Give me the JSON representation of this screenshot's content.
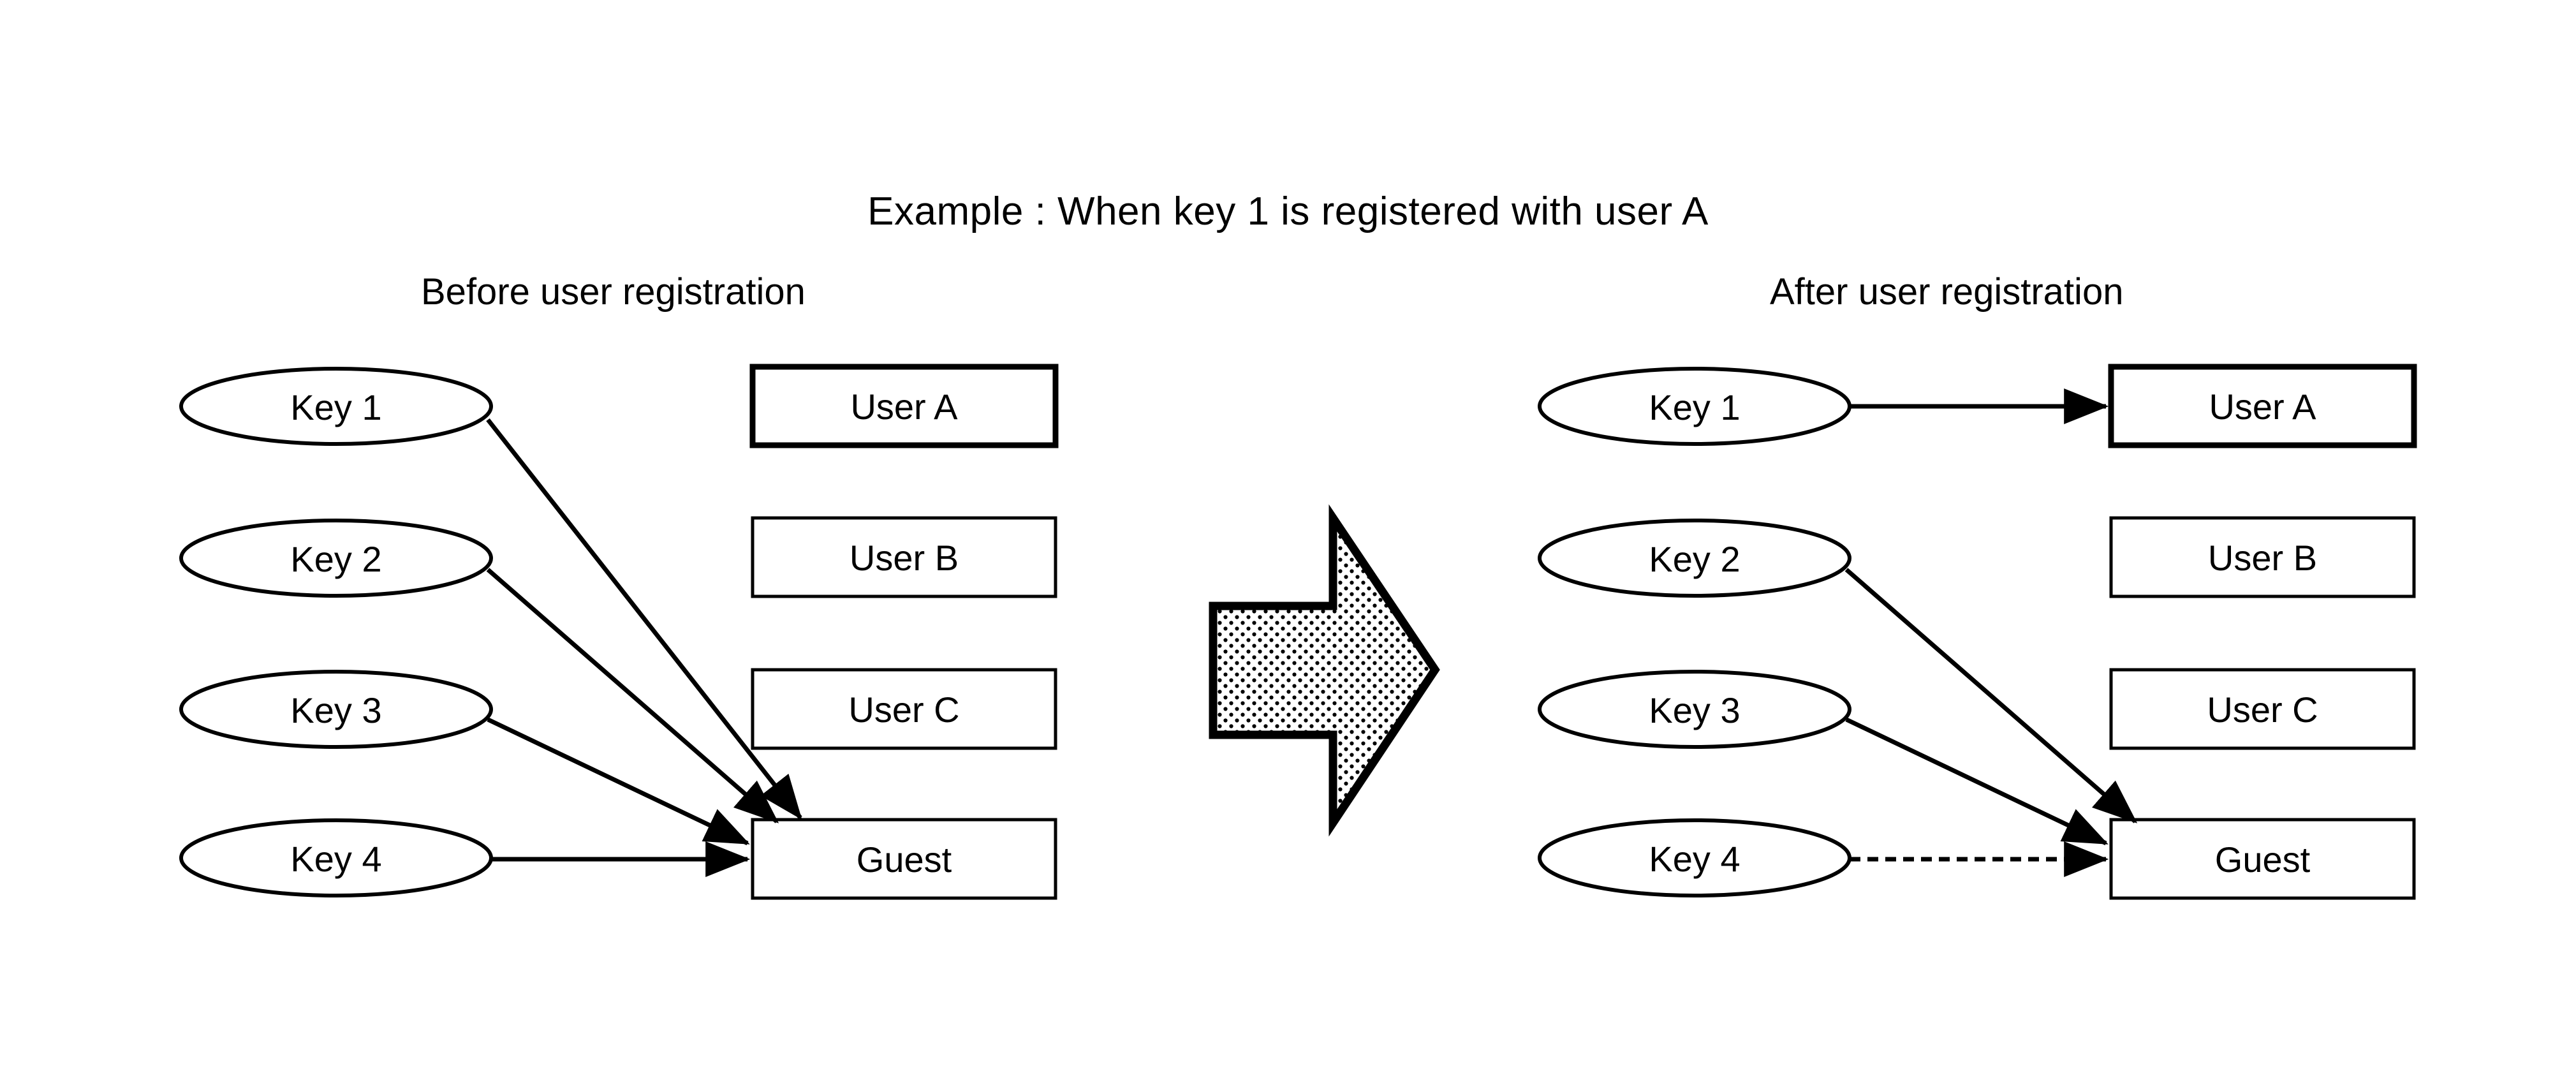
{
  "diagram": {
    "title": "Example : When key 1 is registered with user A",
    "panels": [
      {
        "id": "before",
        "heading": "Before user registration",
        "keys": [
          "Key 1",
          "Key 2",
          "Key 3",
          "Key 4"
        ],
        "users": [
          "User A",
          "User B",
          "User C",
          "Guest"
        ],
        "links": [
          {
            "from": "Key 1",
            "to": "Guest",
            "style": "solid"
          },
          {
            "from": "Key 2",
            "to": "Guest",
            "style": "solid"
          },
          {
            "from": "Key 3",
            "to": "Guest",
            "style": "solid"
          },
          {
            "from": "Key 4",
            "to": "Guest",
            "style": "solid"
          }
        ]
      },
      {
        "id": "after",
        "heading": "After user registration",
        "keys": [
          "Key 1",
          "Key 2",
          "Key 3",
          "Key 4"
        ],
        "users": [
          "User A",
          "User B",
          "User C",
          "Guest"
        ],
        "links": [
          {
            "from": "Key 1",
            "to": "User A",
            "style": "solid"
          },
          {
            "from": "Key 2",
            "to": "Guest",
            "style": "solid"
          },
          {
            "from": "Key 3",
            "to": "Guest",
            "style": "solid"
          },
          {
            "from": "Key 4",
            "to": "Guest",
            "style": "dashed"
          }
        ]
      }
    ],
    "transition": {
      "icon": "block-arrow-right-icon",
      "fill": "halftone-dots"
    },
    "colors": {
      "stroke": "#000000",
      "background": "#ffffff",
      "fill": "#ffffff"
    }
  }
}
